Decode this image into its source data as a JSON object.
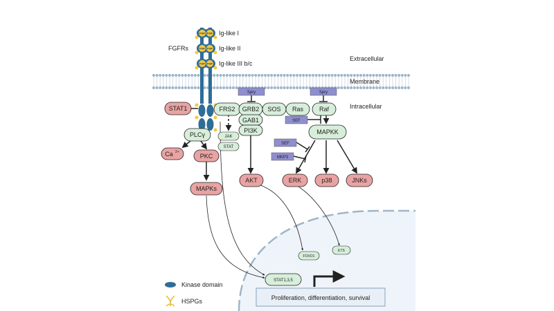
{
  "labels": {
    "fgfrs": "FGFRs",
    "ig_like_1": "Ig-like I",
    "ig_like_2": "Ig-like II",
    "ig_like_3": "Ig-like III b/c",
    "fgf": "FGF",
    "extracellular": "Extracellular",
    "membrane": "Membrane",
    "intracellular": "Intracellular"
  },
  "nodes": {
    "stat1": "STAT1",
    "plcg": "PLCγ",
    "ca": "Ca",
    "ca_sup": "2+",
    "pkc": "PKC",
    "mapks": "MAPKs",
    "frs2": "FRS2",
    "jak": "JAK",
    "stat": "STAT",
    "grb2": "GRB2",
    "gab1": "GAB1",
    "pi3k": "PI3K",
    "akt": "AKT",
    "sos": "SOS",
    "ras": "Ras",
    "raf": "Raf",
    "spry_1": "Spry",
    "spry_2": "Spry",
    "sef_1": "SEF",
    "sef_2": "SEF",
    "mkp3": "MKP3",
    "mapkk": "MAPKK",
    "erk": "ERK",
    "p38": "p38",
    "jnks": "JNKs",
    "foxo1": "FOXO1",
    "ets": "ETS",
    "stat135": "STAT1,3,5",
    "outcome": "Proliferation, differentiation, survival"
  },
  "legend": {
    "kinase_domain": "Kinase domain",
    "hspgs": "HSPGs"
  },
  "colors": {
    "pink": "#e9a3a3",
    "mint": "#d7eedb",
    "purple": "#8f8fcf",
    "receptor": "#2e6d98",
    "fgf_yellow": "#f4c842",
    "nucleus": "#eef4fa",
    "membrane": "#9fb5c8"
  }
}
